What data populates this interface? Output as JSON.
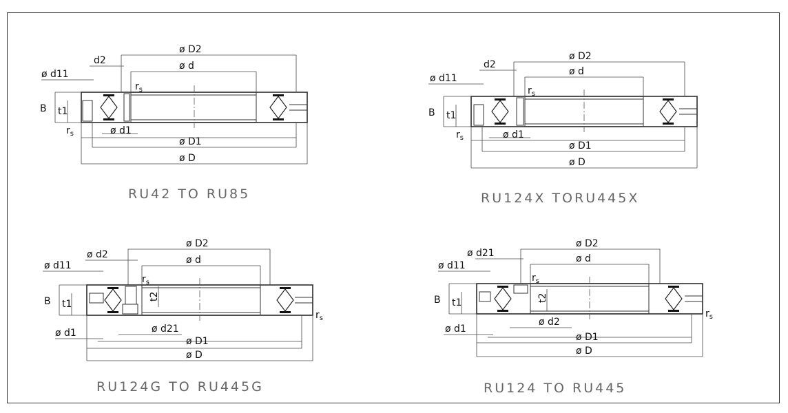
{
  "diagrams": [
    {
      "caption": "RU42 TO RU85",
      "labels": {
        "D2": "ø D2",
        "d": "ø d",
        "d2": "d2",
        "d11": "ø d11",
        "rs": "r",
        "rs_sub": "s",
        "B": "B",
        "t1": "t1",
        "d1": "ø d1",
        "rs2": "r",
        "rs2_sub": "s",
        "D1": "ø D1",
        "D": "ø D"
      }
    },
    {
      "caption": "RU124X TORU445X",
      "labels": {
        "D2": "ø D2",
        "d": "ø d",
        "d2": "d2",
        "d11": "ø d11",
        "rs": "r",
        "rs_sub": "s",
        "B": "B",
        "t1": "t1",
        "d1": "ø d1",
        "rs2": "r",
        "rs2_sub": "s",
        "D1": "ø D1",
        "D": "ø D"
      }
    },
    {
      "caption": "RU124G TO RU445G",
      "labels": {
        "D2": "ø D2",
        "d": "ø d",
        "d2": "ø d2",
        "d11": "ø d11",
        "rs": "r",
        "rs_sub": "s",
        "B": "B",
        "t1": "t1",
        "t2": "t2",
        "d1": "ø d1",
        "d21": "ø d21",
        "rs2": "r",
        "rs2_sub": "s",
        "D1": "ø D1",
        "D": "ø D"
      }
    },
    {
      "caption": "RU124 TO RU445",
      "labels": {
        "D2": "ø D2",
        "d": "ø d",
        "d21": "ø d21",
        "d11": "ø d11",
        "rs": "r",
        "rs_sub": "s",
        "B": "B",
        "t1": "t1",
        "t2": "t2",
        "d1": "ø d1",
        "d2": "ø d2",
        "rs2": "r",
        "rs2_sub": "s",
        "D1": "ø D1",
        "D": "ø D"
      }
    }
  ]
}
